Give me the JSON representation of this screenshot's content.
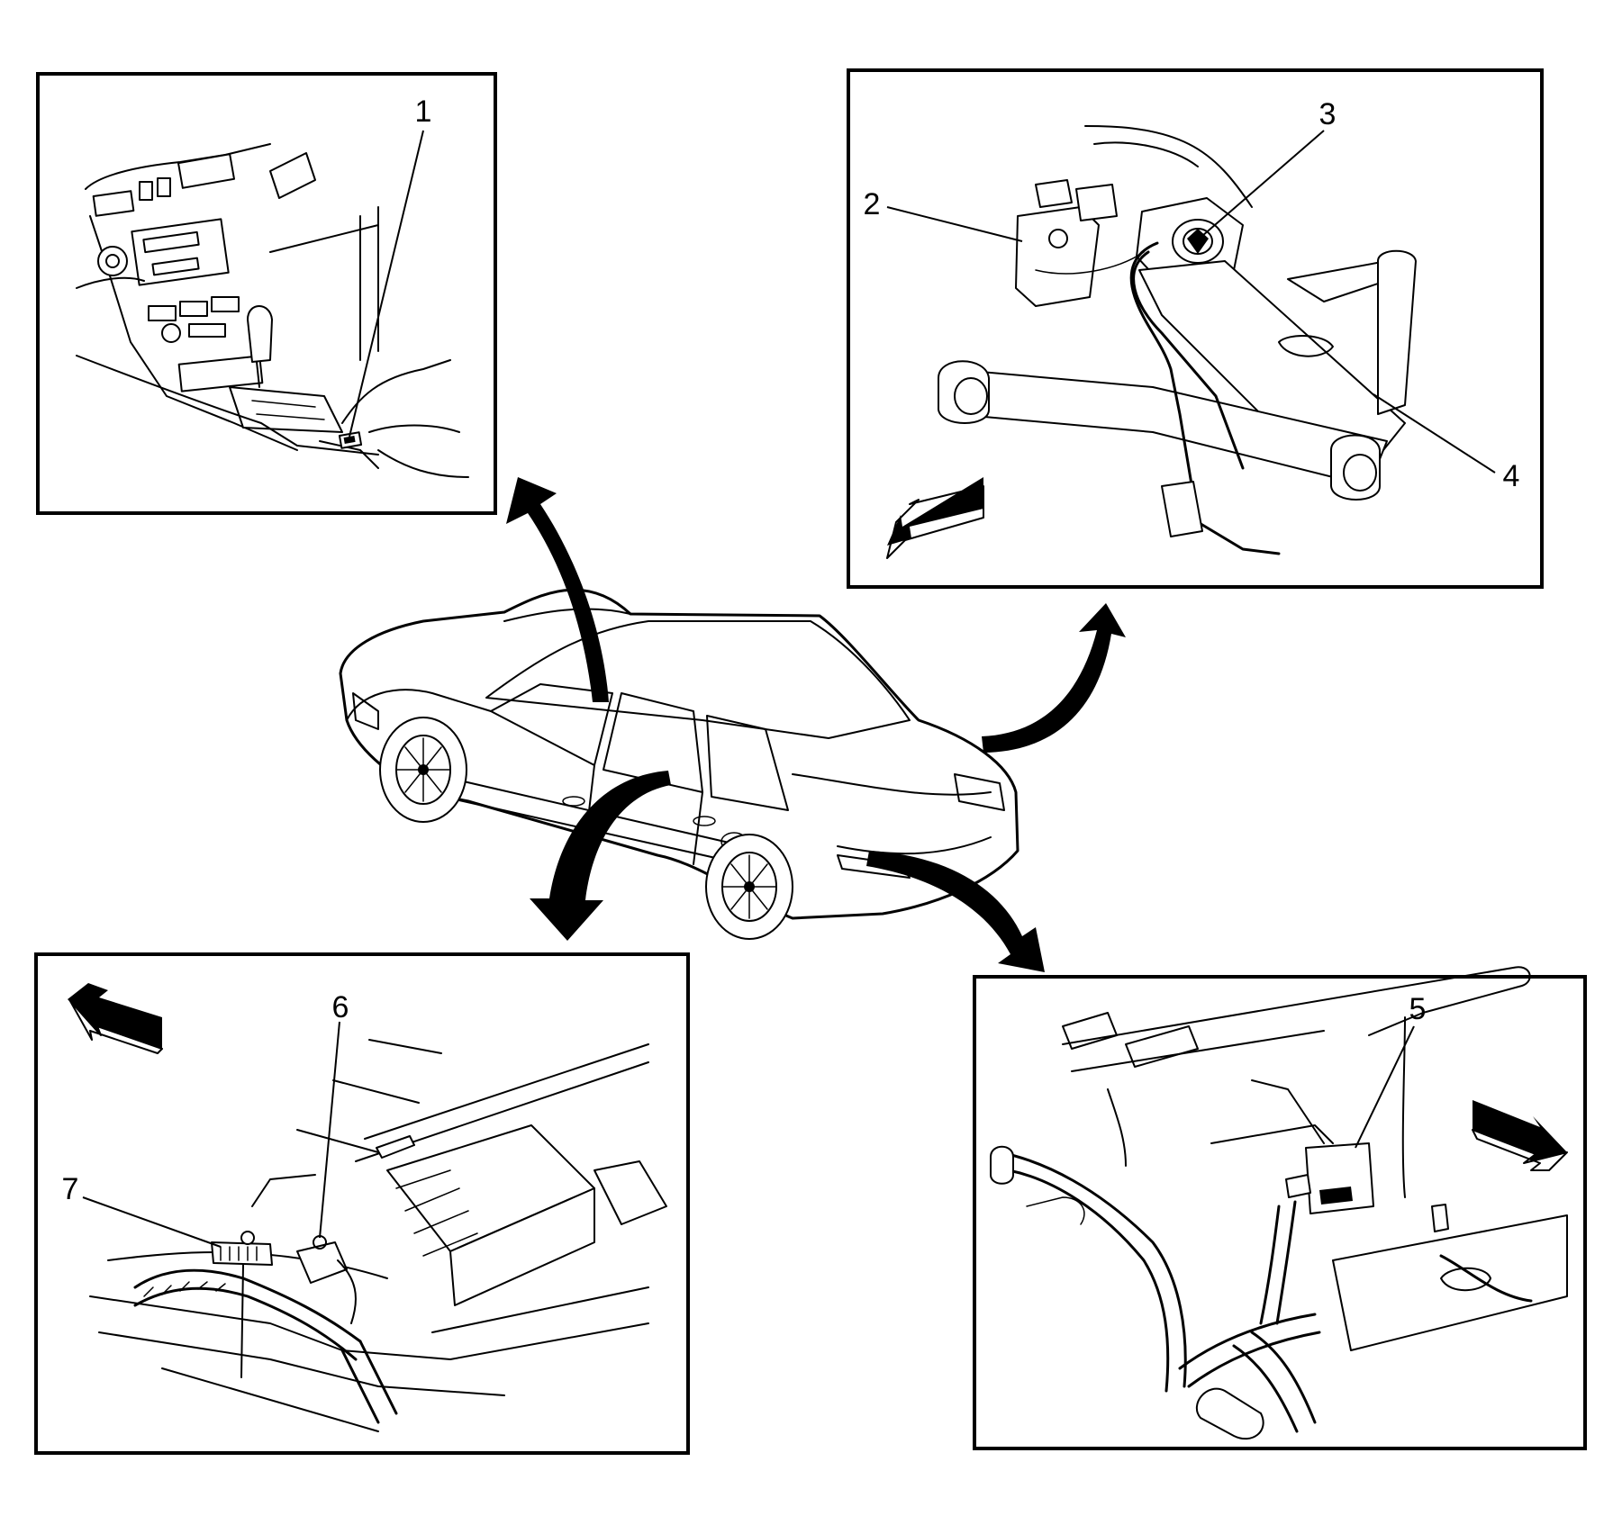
{
  "diagram": {
    "callouts": [
      {
        "id": "1",
        "label": "1"
      },
      {
        "id": "2",
        "label": "2"
      },
      {
        "id": "3",
        "label": "3"
      },
      {
        "id": "4",
        "label": "4"
      },
      {
        "id": "5",
        "label": "5"
      },
      {
        "id": "6",
        "label": "6"
      },
      {
        "id": "7",
        "label": "7"
      }
    ],
    "colors": {
      "line": "#000000",
      "background": "#ffffff"
    },
    "icons": [
      "direction-arrow-icon",
      "callout-arrow-icon",
      "vehicle-illustration-icon"
    ]
  }
}
